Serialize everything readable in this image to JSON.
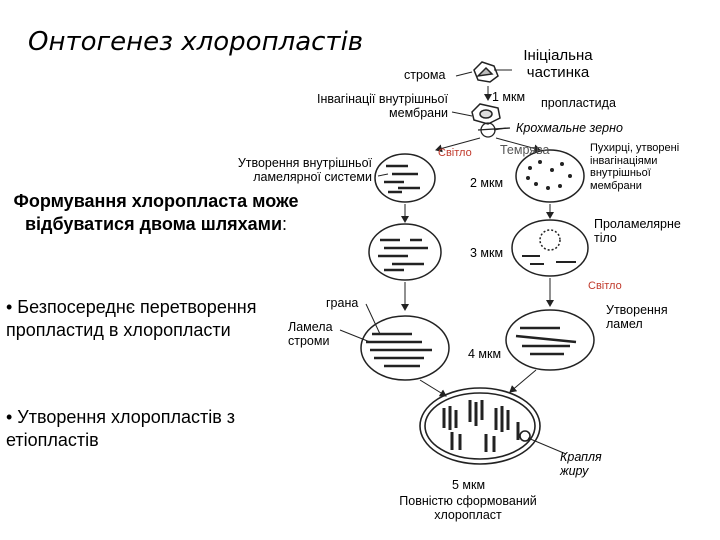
{
  "title": "Онтогенез хлоропластів",
  "labels": {
    "stroma": "строма",
    "invaginations": [
      "Інвагінації внутрішньої",
      "мембрани"
    ],
    "inner_lamellar": [
      "Утворення внутрішньої",
      "ламелярної системи"
    ],
    "initial_particle": [
      "Ініціальна",
      "частинка"
    ],
    "um1": "1 мкм",
    "proplastid": "пропластида",
    "starch": "Крохмальне зерно",
    "light1": "Світло",
    "darkness": "Темрява",
    "vesicles": [
      "Пухирці, утворені",
      "інвагінаціями",
      "внутрішньої",
      "мембрани"
    ],
    "um2": "2 мкм",
    "prolamellar": [
      "Проламелярне",
      "тіло"
    ],
    "um3": "3 мкм",
    "light2": "Світло",
    "grana": "грана",
    "stroma_lamella": [
      "Ламела",
      "строми"
    ],
    "lamella_formation": [
      "Утворення",
      "ламел"
    ],
    "um4": "4 мкм",
    "fat_drop": [
      "Крапля",
      "жиру"
    ],
    "um5": "5 мкм",
    "mature": [
      "Повністю сформований",
      "хлоропласт"
    ]
  },
  "formation": {
    "heading": "Формування хлоропласта може відбуватися двома",
    "heading_last": "шляхами",
    "heading_tail": ":"
  },
  "bullets": [
    "• Безпосереднє перетворення пропластид в хлоропласти",
    "• Утворення хлоропластів з етіопластів"
  ],
  "colors": {
    "red_label": "#c0392b",
    "line": "#222222"
  }
}
